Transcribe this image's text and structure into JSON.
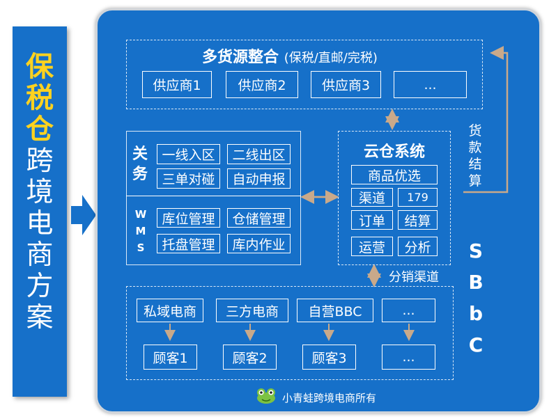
{
  "side_title": {
    "highlight": "保税仓",
    "rest": "跨境电商方案"
  },
  "top_section": {
    "title": "多货源整合",
    "subtitle": "(保税/直邮/完税)",
    "suppliers": [
      "供应商1",
      "供应商2",
      "供应商3",
      "..."
    ]
  },
  "customs": {
    "label": "关务",
    "items": [
      "一线入区",
      "二线出区",
      "三单对碰",
      "自动申报"
    ]
  },
  "wms": {
    "label": "WMS",
    "items": [
      "库位管理",
      "仓储管理",
      "托盘管理",
      "库内作业"
    ]
  },
  "cloud": {
    "title": "云仓系统",
    "items": [
      "商品优选",
      "渠道",
      "179",
      "订单",
      "结算",
      "运营",
      "分析"
    ]
  },
  "settlement_label": "货款结算",
  "distribution_label": "分销渠道",
  "channels": [
    "私域电商",
    "三方电商",
    "自营BBC",
    "..."
  ],
  "customers": [
    "顾客1",
    "顾客2",
    "顾客3",
    "..."
  ],
  "side_letters": [
    "S",
    "B",
    "b",
    "C"
  ],
  "footer": "小青蛙跨境电商所有",
  "colors": {
    "panel": "#1670c9",
    "highlight": "#ffd21f",
    "arrow": "#c9a98a"
  }
}
